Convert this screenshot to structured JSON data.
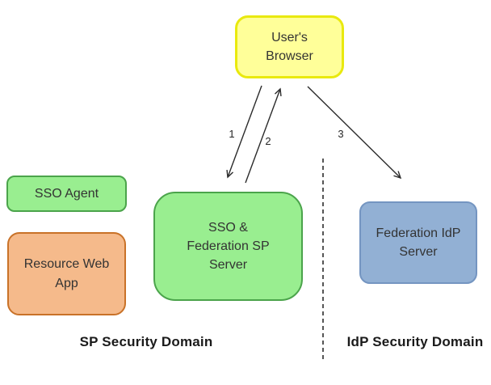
{
  "canvas": {
    "background": "#FFFFFF"
  },
  "nodes": {
    "browser": {
      "label": "User's\nBrowser",
      "fill": "#FFFF99",
      "border": "#E9E90E"
    },
    "sso_agent": {
      "label": "SSO Agent",
      "fill": "#99EE90",
      "border": "#4BA44B"
    },
    "resource_web_app": {
      "label": "Resource Web\nApp",
      "fill": "#F5BA8B",
      "border": "#C97228"
    },
    "sp_server": {
      "label": "SSO &\nFederation SP\nServer",
      "fill": "#99EE90",
      "border": "#4BA44B"
    },
    "idp_server": {
      "label": "Federation IdP\nServer",
      "fill": "#92B0D4",
      "border": "#7495C1"
    }
  },
  "arrows": {
    "a1": {
      "label": "1",
      "from": "User's Browser",
      "to": "SSO & Federation SP Server"
    },
    "a2": {
      "label": "2",
      "from": "SSO & Federation SP Server",
      "to": "User's Browser"
    },
    "a3": {
      "label": "3",
      "from": "User's Browser",
      "to": "Federation IdP Server"
    }
  },
  "domains": {
    "sp_label": "SP Security Domain",
    "idp_label": "IdP Security Domain"
  },
  "colors": {
    "arrow_stroke": "#2B2B2B",
    "separator_stroke": "#1F1F1F",
    "node_text": "#333333",
    "domain_label_text": "#1A1A1A"
  }
}
